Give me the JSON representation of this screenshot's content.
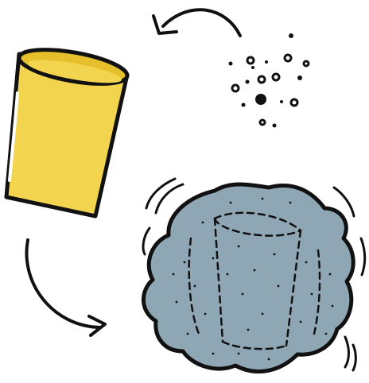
{
  "illustration": {
    "panels": [
      {
        "name": "yellow-cup",
        "icon": "cup-icon"
      },
      {
        "name": "particles",
        "icon": "particles-icon"
      },
      {
        "name": "wobbling-blob",
        "icon": "blob-icon"
      }
    ],
    "arrows": [
      {
        "name": "arrow-particles-to-cup",
        "icon": "curved-arrow-left-icon"
      },
      {
        "name": "arrow-cup-to-blob",
        "icon": "curved-arrow-right-icon"
      }
    ],
    "colors": {
      "outline": "#111111",
      "cup_yellow": "#f2d44e",
      "cup_rim_inside": "#e6c02c",
      "blob_fill": "#8fa7b5",
      "background": "#ffffff"
    }
  }
}
